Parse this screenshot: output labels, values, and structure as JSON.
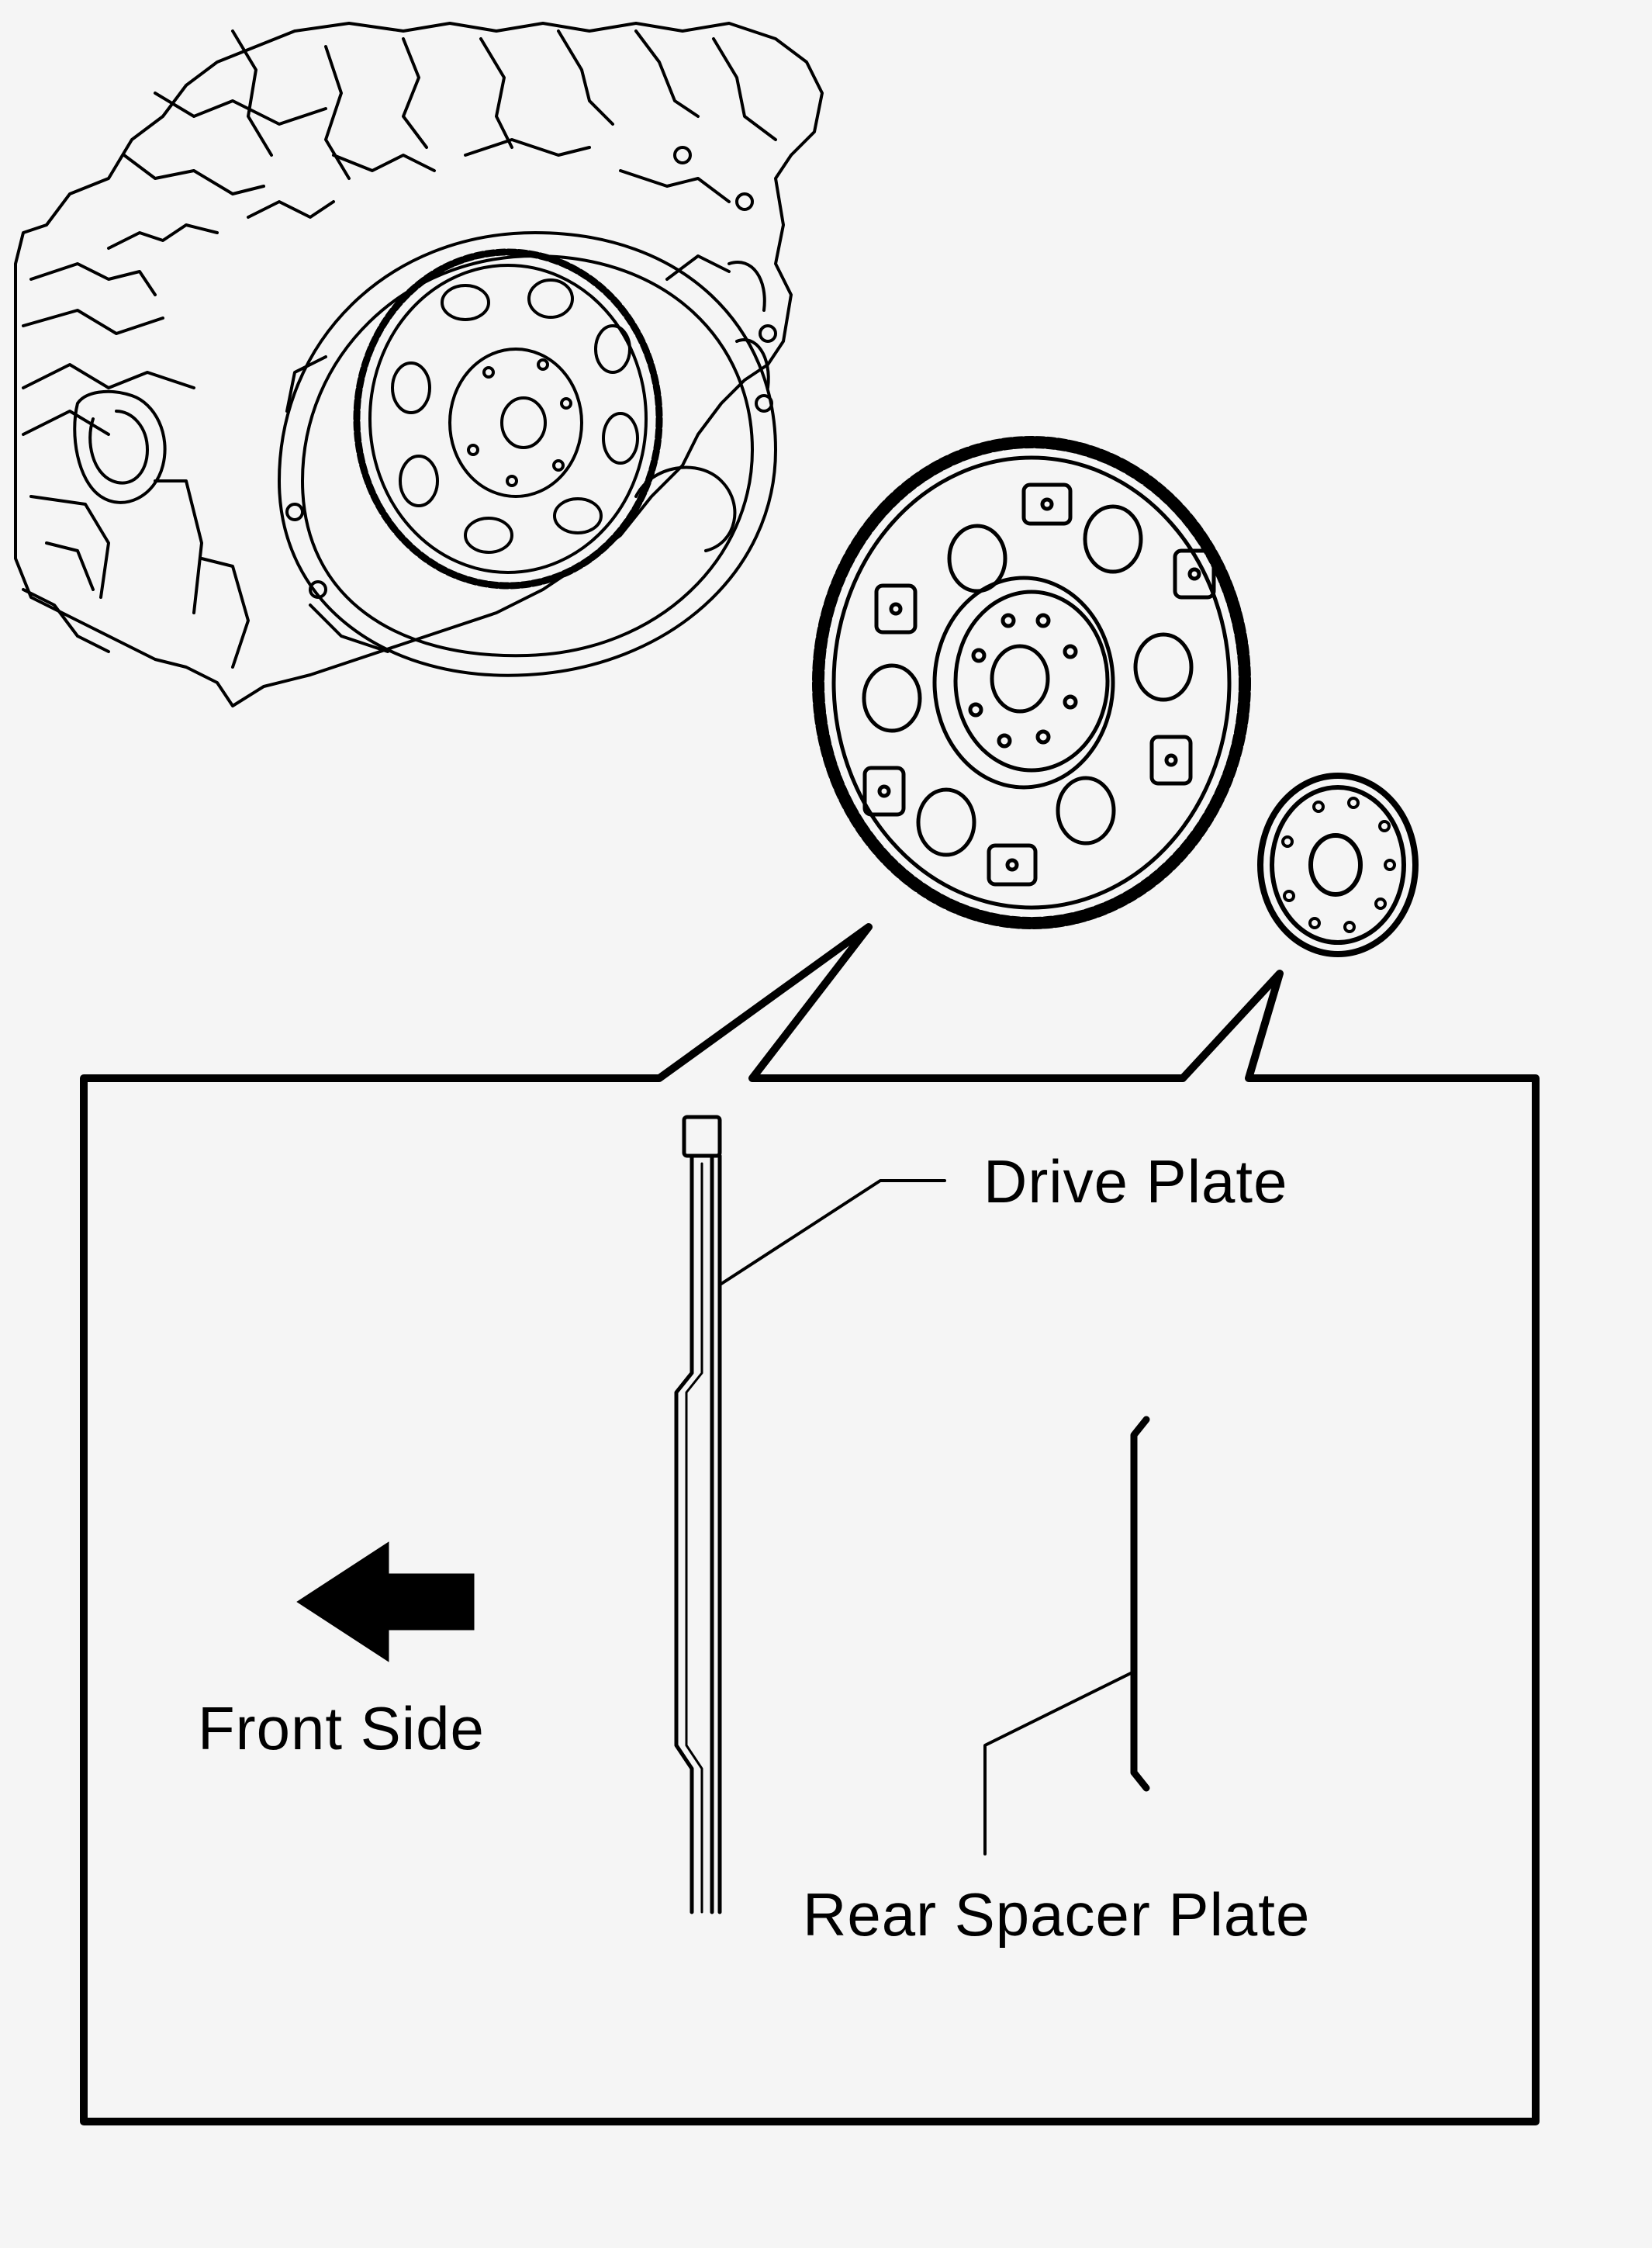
{
  "labels": {
    "drive_plate": "Drive Plate",
    "rear_spacer_plate": "Rear Spacer Plate",
    "front_side": "Front Side"
  },
  "colors": {
    "background": "#f5f5f5",
    "line": "#000000"
  },
  "icons": {
    "direction_arrow": "arrow-left-icon"
  }
}
